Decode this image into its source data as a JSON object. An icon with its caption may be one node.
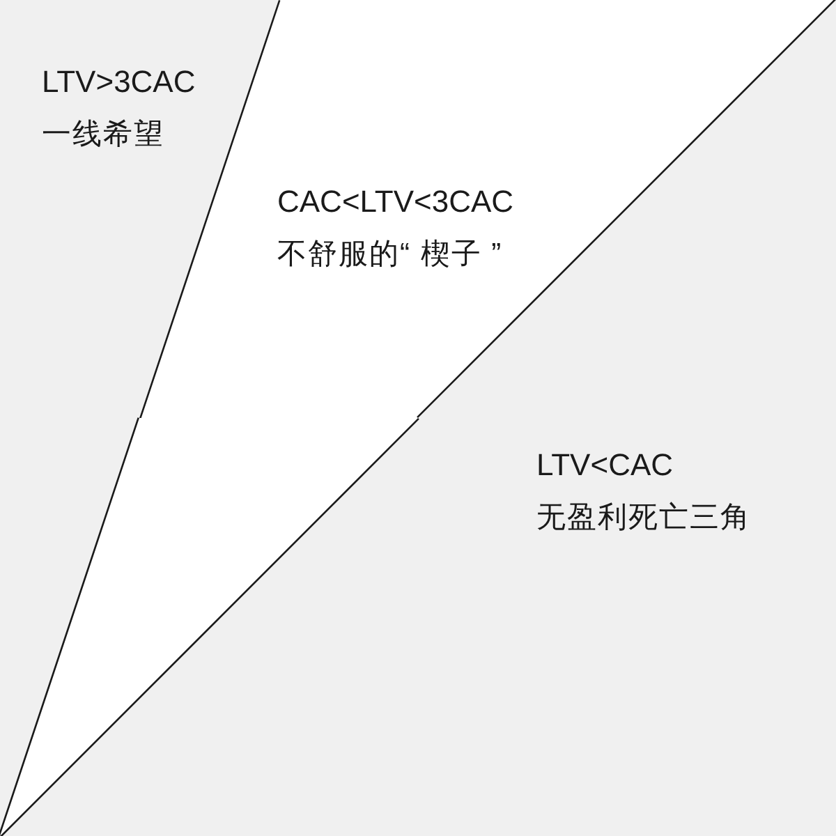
{
  "diagram": {
    "nodes": [
      {
        "text": [
          "LTV>3CAC",
          "一线希望"
        ]
      },
      {
        "text": [
          "CAC<LTV<3CAC",
          "不舒服的“ 楔子 ”"
        ]
      },
      {
        "text": [
          "LTV<CAC",
          "无盈利死亡三角"
        ]
      }
    ]
  }
}
